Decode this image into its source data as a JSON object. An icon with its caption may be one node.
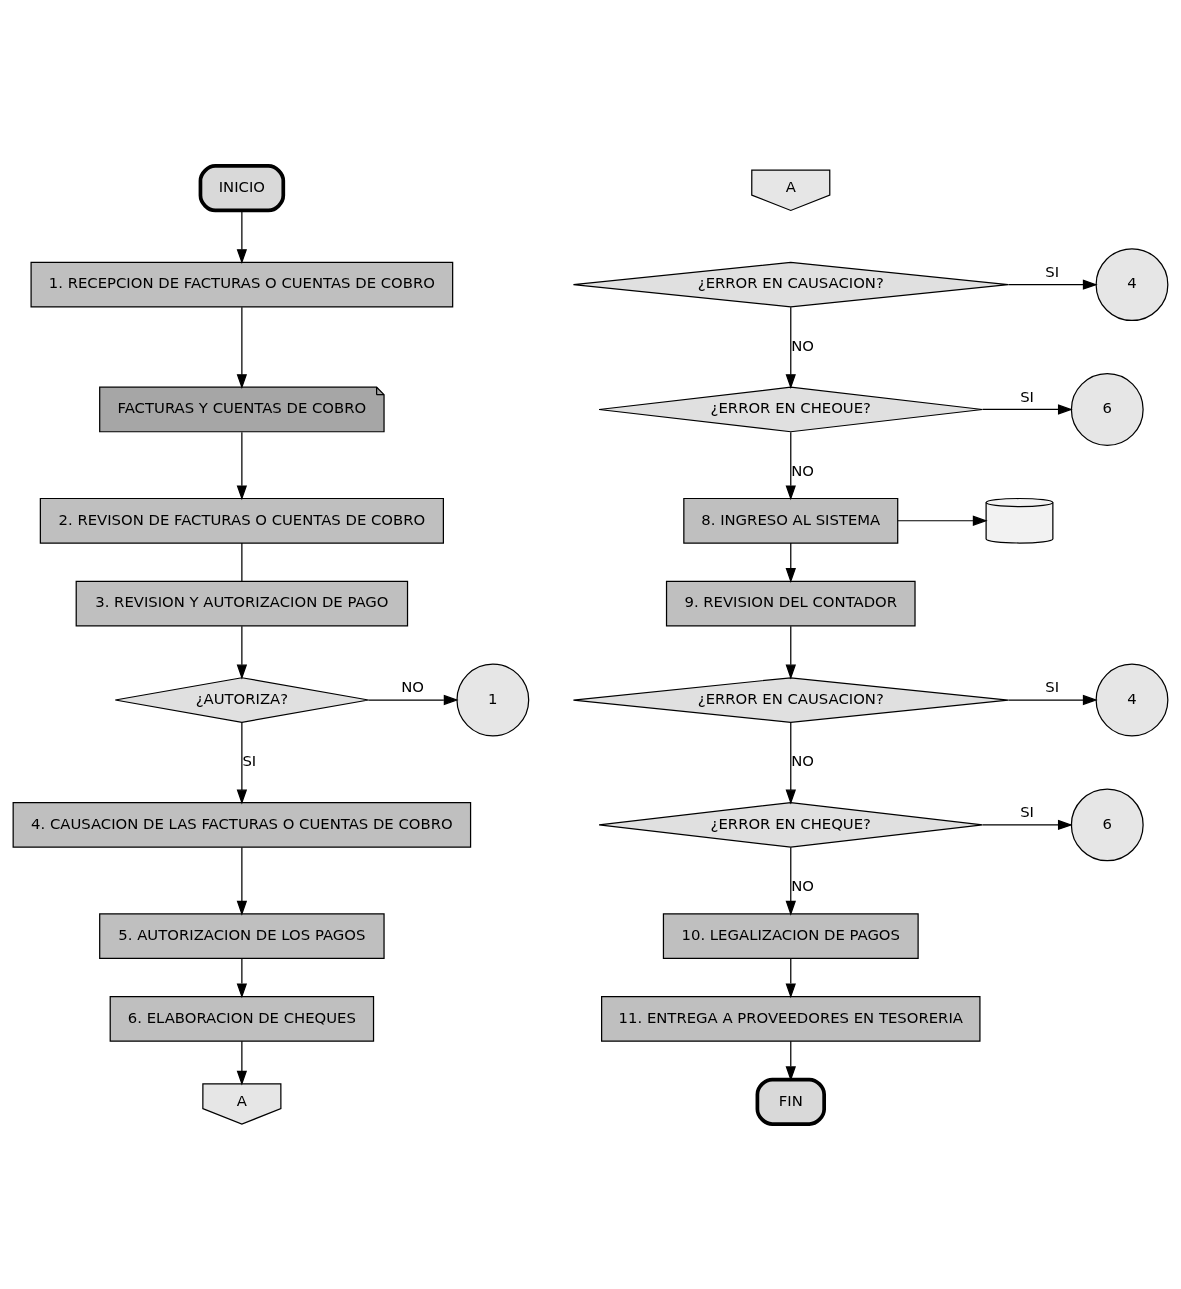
{
  "diagram": {
    "nodes": [
      {
        "text": [
          "INICIO"
        ]
      },
      {
        "text": [
          "1. RECEPCION DE FACTURAS O CUENTAS DE COBRO"
        ]
      },
      {
        "text": [
          "FACTURAS Y CUENTAS DE COBRO"
        ]
      },
      {
        "text": [
          "2. REVISON DE FACTURAS O CUENTAS DE COBRO"
        ]
      },
      {
        "text": [
          "3. REVISION Y AUTORIZACION DE PAGO"
        ]
      },
      {
        "text": [
          "¿AUTORIZA?"
        ]
      },
      {
        "text": [
          "1"
        ]
      },
      {
        "text": [
          "4. CAUSACION DE LAS FACTURAS O CUENTAS DE COBRO"
        ]
      },
      {
        "text": [
          "5. AUTORIZACION DE LOS PAGOS"
        ]
      },
      {
        "text": [
          "6. ELABORACION DE CHEQUES"
        ]
      },
      {
        "text": [
          "A"
        ]
      },
      {
        "text": [
          "A"
        ]
      },
      {
        "text": [
          "¿ERROR EN CAUSACION?"
        ]
      },
      {
        "text": [
          "4"
        ]
      },
      {
        "text": [
          "¿ERROR EN CHEOUE?"
        ]
      },
      {
        "text": [
          "6"
        ]
      },
      {
        "text": [
          "8. INGRESO AL SISTEMA"
        ]
      },
      {
        "text": [],
        "shape": "cylinder"
      },
      {
        "text": [
          "9. REVISION DEL CONTADOR"
        ]
      },
      {
        "text": [
          "¿ERROR EN CAUSACION?"
        ]
      },
      {
        "text": [
          "4"
        ]
      },
      {
        "text": [
          "¿ERROR EN CHEQUE?"
        ]
      },
      {
        "text": [
          "6"
        ]
      },
      {
        "text": [
          "10. LEGALIZACION DE PAGOS"
        ]
      },
      {
        "text": [
          "11. ENTREGA A PROVEEDORES EN TESORERIA"
        ]
      },
      {
        "text": [
          "FIN"
        ]
      }
    ],
    "edges": [
      {
        "from": 0,
        "to": 1,
        "arrow": "to"
      },
      {
        "from": 1,
        "to": 2,
        "arrow": "to"
      },
      {
        "from": 2,
        "to": 3,
        "arrow": "to"
      },
      {
        "from": 3,
        "to": 4,
        "arrow": "none"
      },
      {
        "from": 4,
        "to": 5,
        "arrow": "to"
      },
      {
        "from": 5,
        "to": 6,
        "arrow": "to",
        "label": "NO"
      },
      {
        "from": 5,
        "to": 7,
        "arrow": "to",
        "label": "SI"
      },
      {
        "from": 7,
        "to": 8,
        "arrow": "to"
      },
      {
        "from": 8,
        "to": 9,
        "arrow": "to"
      },
      {
        "from": 9,
        "to": 10,
        "arrow": "to"
      },
      {
        "from": 12,
        "to": 13,
        "arrow": "to",
        "label": "SI"
      },
      {
        "from": 12,
        "to": 14,
        "arrow": "to",
        "label": "NO"
      },
      {
        "from": 14,
        "to": 15,
        "arrow": "to",
        "label": "SI"
      },
      {
        "from": 14,
        "to": 16,
        "arrow": "to",
        "label": "NO"
      },
      {
        "from": 16,
        "to": 17,
        "arrow": "to"
      },
      {
        "from": 16,
        "to": 18,
        "arrow": "to"
      },
      {
        "from": 18,
        "to": 19,
        "arrow": "to"
      },
      {
        "from": 19,
        "to": 20,
        "arrow": "to",
        "label": "SI"
      },
      {
        "from": 19,
        "to": 21,
        "arrow": "to",
        "label": "NO"
      },
      {
        "from": 21,
        "to": 22,
        "arrow": "to",
        "label": "SI"
      },
      {
        "from": 21,
        "to": 23,
        "arrow": "to",
        "label": "NO"
      },
      {
        "from": 23,
        "to": 24,
        "arrow": "to"
      },
      {
        "from": 24,
        "to": 25,
        "arrow": "to"
      }
    ]
  }
}
